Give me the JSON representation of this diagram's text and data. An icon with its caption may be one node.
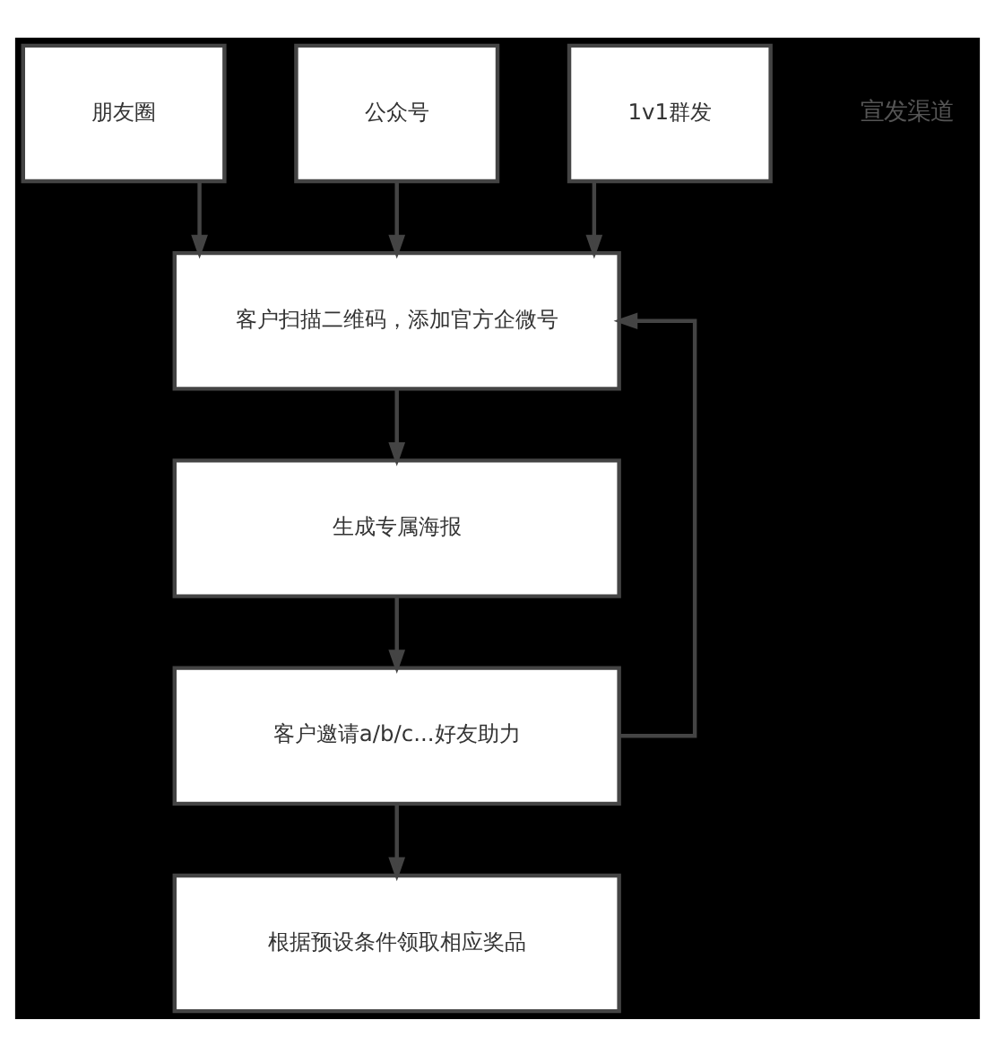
{
  "diagram": {
    "nodes": [
      {
        "text": [
          "朋友圈"
        ]
      },
      {
        "text": [
          "公众号"
        ]
      },
      {
        "text": [
          "1v1群发"
        ]
      },
      {
        "text": [
          "客户扫描二维码，添加官方企微号"
        ]
      },
      {
        "text": [
          "生成专属海报"
        ]
      },
      {
        "text": [
          "客户邀请a/b/c...好友助力"
        ]
      },
      {
        "text": [
          "根据预设条件领取相应奖品"
        ]
      }
    ],
    "edges": [
      {
        "from": 0,
        "to": 3,
        "arrow": "to"
      },
      {
        "from": 1,
        "to": 3,
        "arrow": "to"
      },
      {
        "from": 2,
        "to": 3,
        "arrow": "to"
      },
      {
        "from": 3,
        "to": 4,
        "arrow": "to"
      },
      {
        "from": 4,
        "to": 5,
        "arrow": "to"
      },
      {
        "from": 5,
        "to": 3,
        "arrow": "to"
      },
      {
        "from": 5,
        "to": 6,
        "arrow": "to"
      }
    ],
    "labels": [
      "宣发渠道"
    ]
  }
}
